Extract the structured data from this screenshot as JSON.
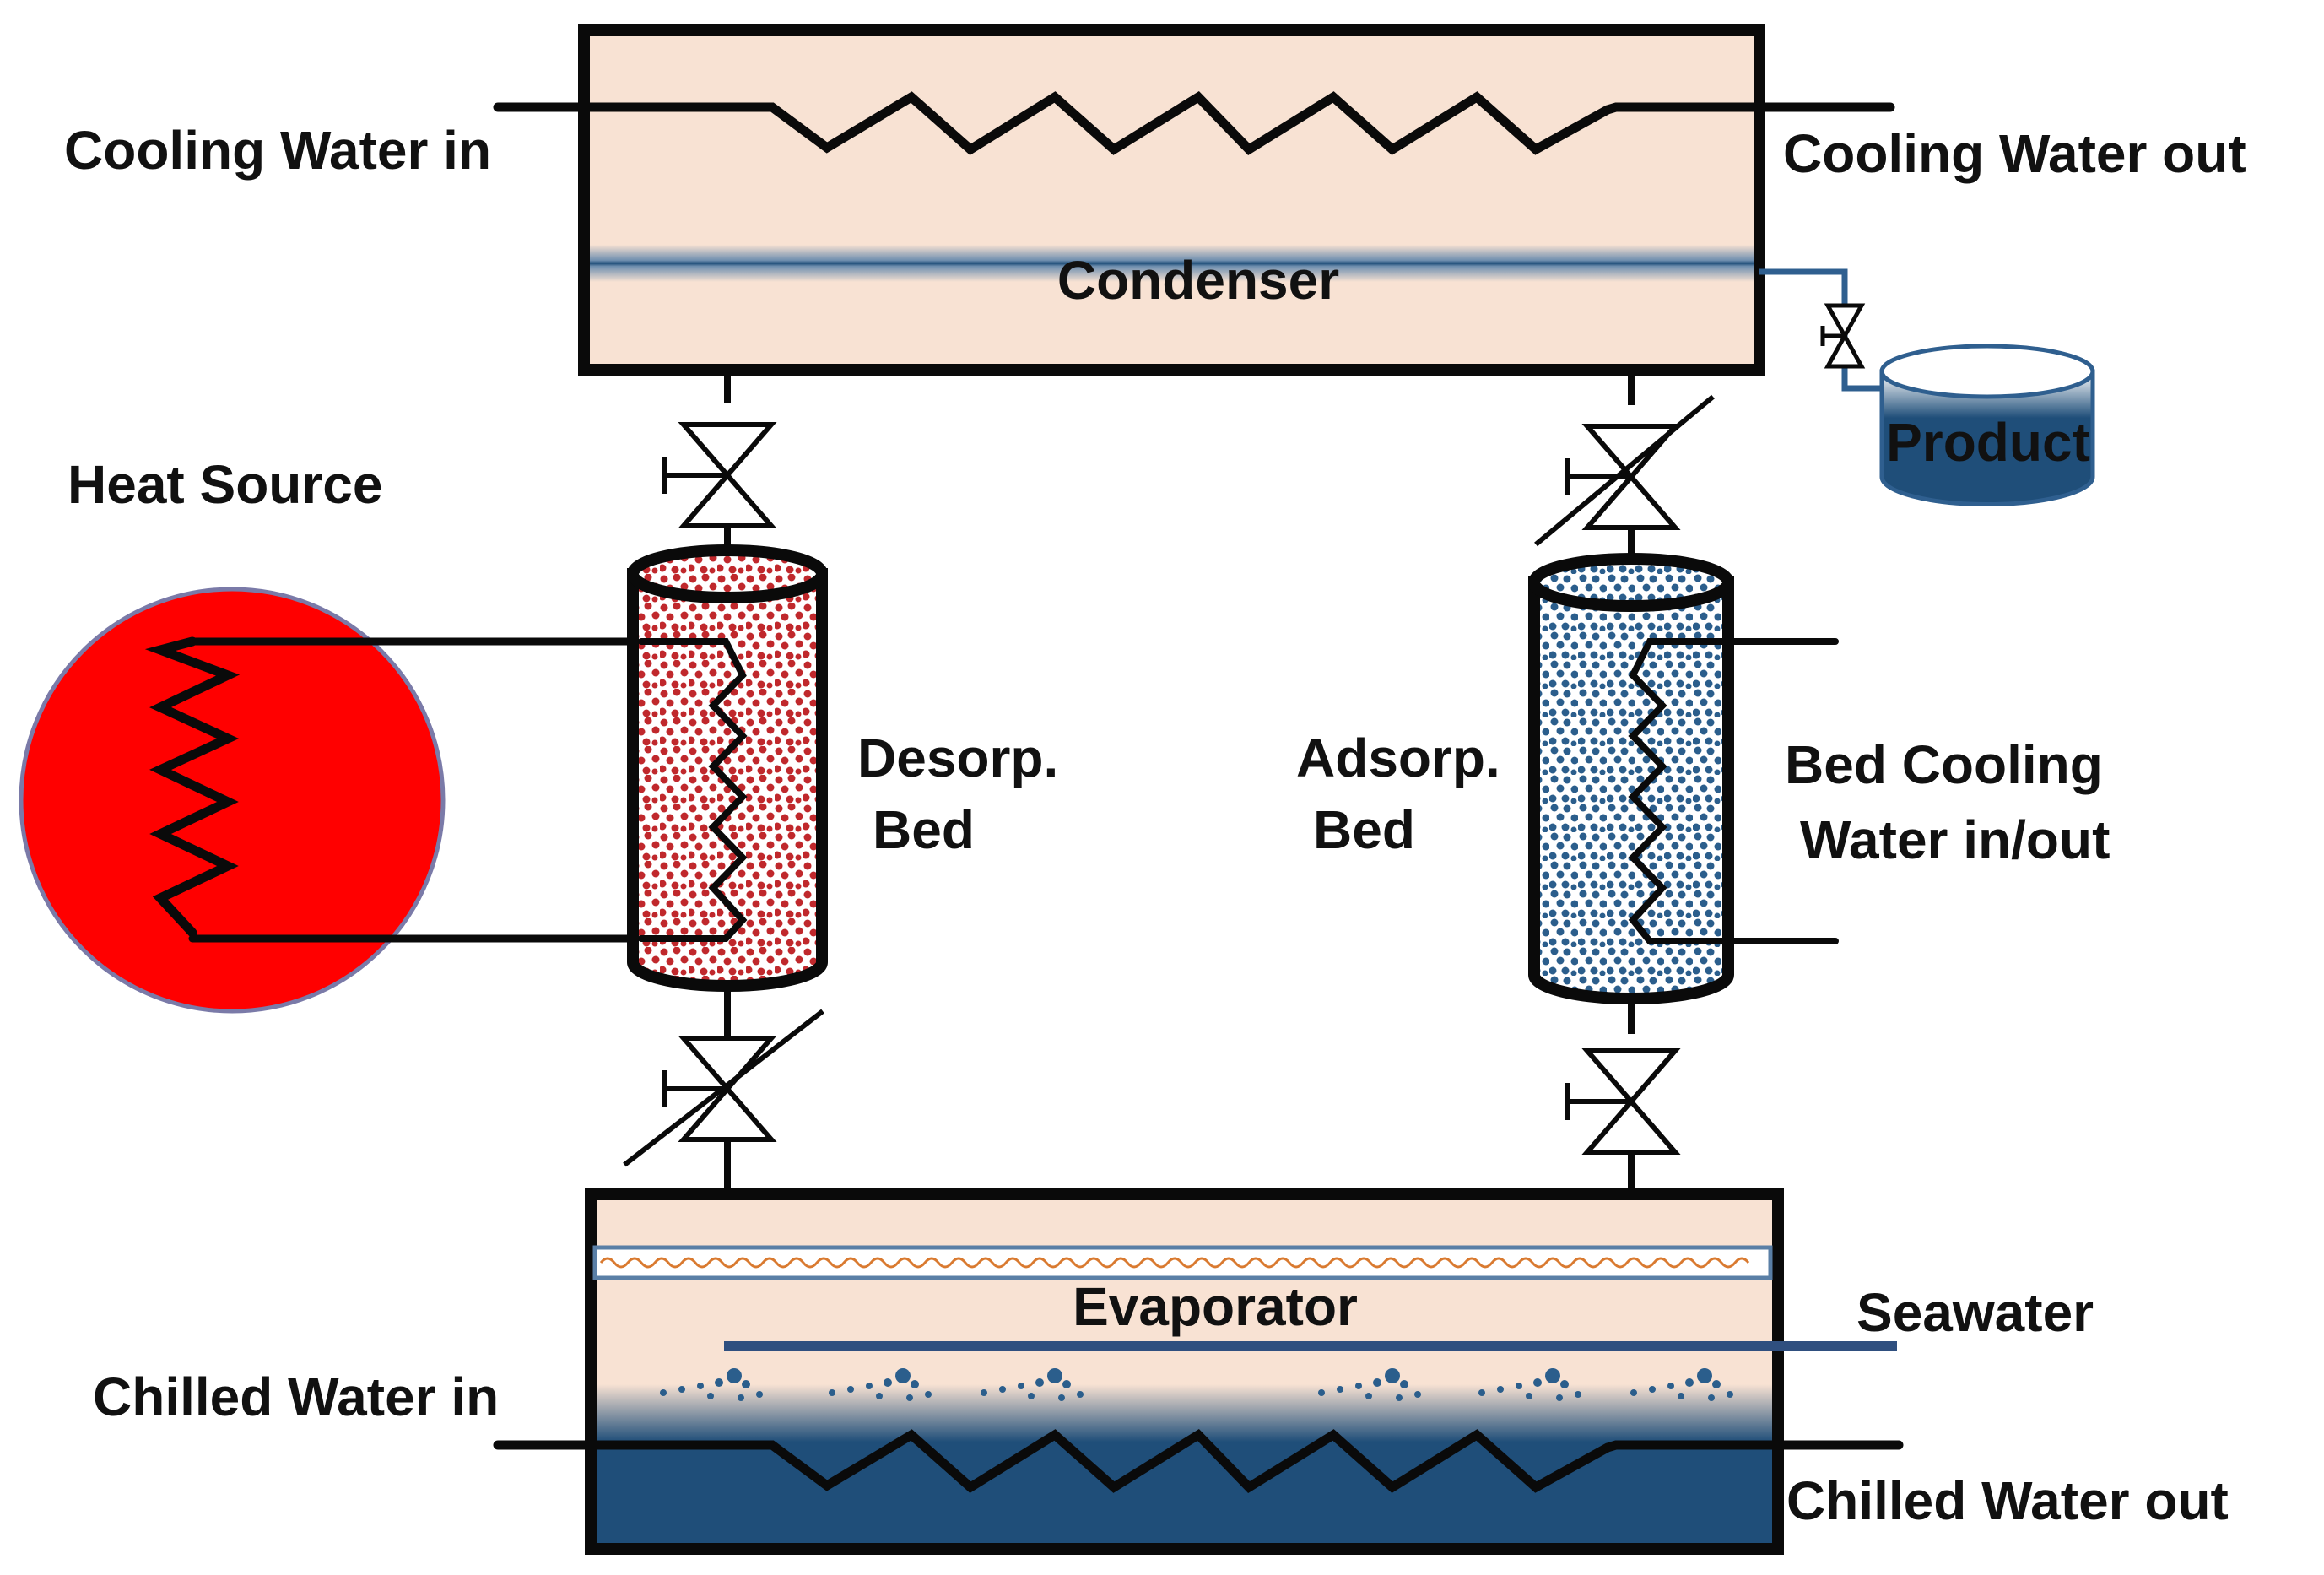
{
  "labels": {
    "cooling_water_in": "Cooling Water in",
    "cooling_water_out": "Cooling Water out",
    "condenser": "Condenser",
    "product": "Product",
    "heat_source": "Heat Source",
    "desorp_bed_line1": "Desorp.",
    "desorp_bed_line2": "Bed",
    "adsorp_bed_line1": "Adsorp.",
    "adsorp_bed_line2": "Bed",
    "bed_cooling_line1": "Bed Cooling",
    "bed_cooling_line2": "Water in/out",
    "evaporator": "Evaporator",
    "seawater": "Seawater",
    "chilled_water_in": "Chilled Water in",
    "chilled_water_out": "Chilled Water out"
  },
  "colors": {
    "vessel_fill": "#f8e2d3",
    "water_blue": "#1f4e79",
    "heat_source_red": "#ff0000",
    "desorp_dots": "#c0282c",
    "adsorp_dots": "#2b5e8c",
    "outline": "#0a0a0a"
  },
  "icons": {
    "valve": "gate-valve-icon",
    "check_valve": "check-valve-icon",
    "coil": "heat-exchanger-coil-icon",
    "tank": "product-tank-icon"
  }
}
